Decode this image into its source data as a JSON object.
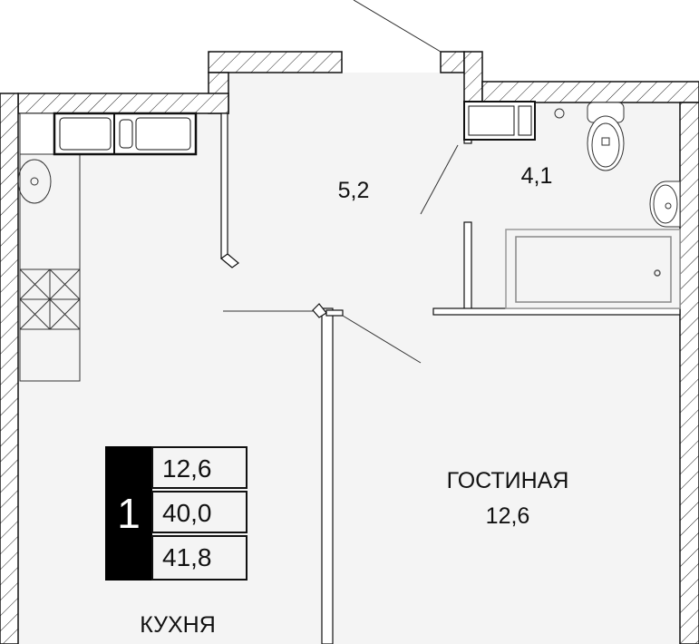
{
  "rooms": {
    "hall": {
      "area": "5,2"
    },
    "bathroom": {
      "area": "4,1"
    },
    "living_room": {
      "name": "ГОСТИНАЯ",
      "area": "12,6"
    },
    "kitchen": {
      "name": "КУХНЯ"
    }
  },
  "summary": {
    "rooms_count": "1",
    "living_area": "12,6",
    "usable_area": "40,0",
    "total_area": "41,8"
  },
  "colors": {
    "floor": "#f4f4f4",
    "wall": "#111111",
    "background": "#ffffff"
  }
}
